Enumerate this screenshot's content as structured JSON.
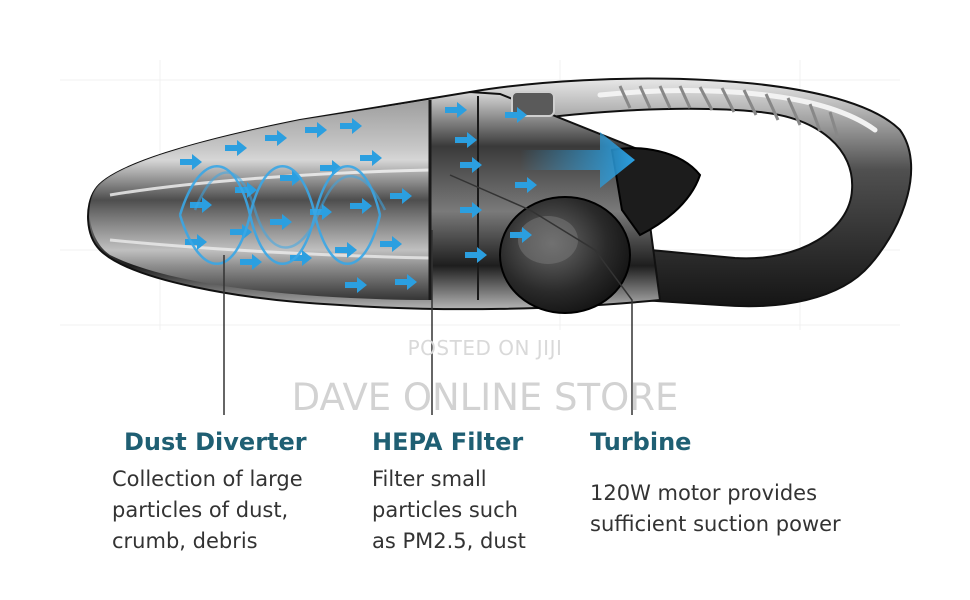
{
  "watermark": {
    "line1": "POSTED ON JIJI",
    "line2": "DAVE ONLINE STORE"
  },
  "parts": [
    {
      "title": "Dust Diverter",
      "lines": [
        "Collection of large",
        "particles of dust,",
        "crumb, debris"
      ]
    },
    {
      "title": "HEPA Filter",
      "lines": [
        "Filter small",
        "particles such",
        "as PM2.5, dust"
      ]
    },
    {
      "title": "Turbine",
      "lines": [
        "120W motor provides",
        "sufficient suction power"
      ]
    }
  ],
  "colors": {
    "title": "#1f5f73",
    "body_text": "#333333",
    "airflow": "#2b9fe0",
    "vacuum_body": "#2a2a2a"
  }
}
